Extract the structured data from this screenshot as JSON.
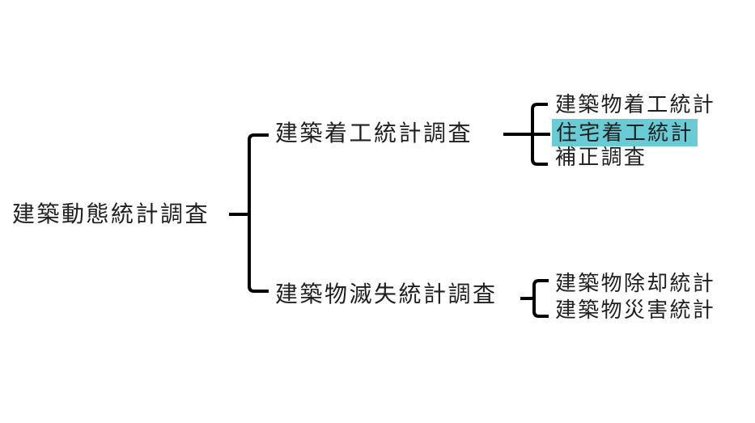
{
  "colors": {
    "background": "#ffffff",
    "text": "#1f1f1f",
    "line": "#000000",
    "highlight": "#69ccd5"
  },
  "tree": {
    "root": {
      "label": "建築動態統計調査"
    },
    "branches": [
      {
        "label": "建築着工統計調査",
        "children": [
          {
            "label": "建築物着工統計",
            "highlighted": false
          },
          {
            "label": "住宅着工統計",
            "highlighted": true
          },
          {
            "label": "補正調査",
            "highlighted": false
          }
        ]
      },
      {
        "label": "建築物滅失統計調査",
        "children": [
          {
            "label": "建築物除却統計",
            "highlighted": false
          },
          {
            "label": "建築物災害統計",
            "highlighted": false
          }
        ]
      }
    ]
  }
}
